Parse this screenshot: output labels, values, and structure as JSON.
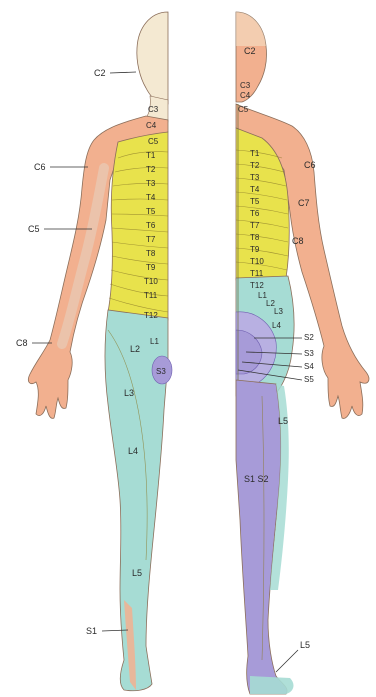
{
  "colors": {
    "background": "#ffffff",
    "cervical_head": "#f4e9d2",
    "cervical_arm": "#f2b08f",
    "thoracic": "#e8e24c",
    "lumbar": "#a6dcd4",
    "sacral": "#a79bd8",
    "outline": "#8b6e5a"
  },
  "front": {
    "labels": {
      "c2": "C2",
      "c3": "C3",
      "c4": "C4",
      "c5": "C5",
      "t1": "T1",
      "t2": "T2",
      "t3": "T3",
      "t4": "T4",
      "t5": "T5",
      "t6": "T6",
      "t7": "T7",
      "t8": "T8",
      "t9": "T9",
      "t10": "T10",
      "t11": "T11",
      "t12": "T12",
      "c6_shoulder": "C6",
      "c5_arm": "C5",
      "c8_hand": "C8",
      "l1": "L1",
      "l2": "L2",
      "l3": "L3",
      "l4": "L4",
      "l5": "L5",
      "s1": "S1",
      "s3": "S3"
    }
  },
  "back": {
    "labels": {
      "c2": "C2",
      "c3": "C3",
      "c4": "C4",
      "c5": "C5",
      "t1": "T1",
      "t2": "T2",
      "t3": "T3",
      "t4": "T4",
      "t5": "T5",
      "t6": "T6",
      "t7": "T7",
      "t8": "T8",
      "t9": "T9",
      "t10": "T10",
      "t11": "T11",
      "t12": "T12",
      "c6": "C6",
      "c7": "C7",
      "c8": "C8",
      "l1": "L1",
      "l2": "L2",
      "l3": "L3",
      "l4": "L4",
      "s2": "S2",
      "s3": "S3",
      "s4": "S4",
      "s5": "S5",
      "l5_leg": "L5",
      "s1_s2": "S1 S2",
      "l5_foot": "L5"
    }
  }
}
